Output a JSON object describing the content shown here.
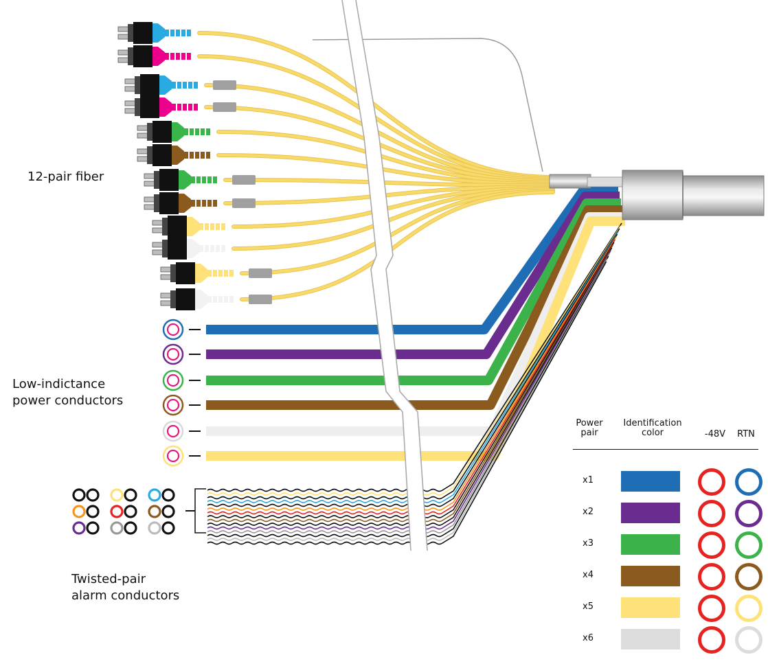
{
  "labels": {
    "fiber": "12-pair fiber",
    "power_line1": "Low-indictance",
    "power_line2": "power conductors",
    "alarm_line1": "Twisted-pair",
    "alarm_line2": "alarm conductors"
  },
  "table": {
    "header_power_pair_1": "Power",
    "header_power_pair_2": "pair",
    "header_id_color_1": "Identification",
    "header_id_color_2": "color",
    "header_neg48v": "-48V",
    "header_rtn": "RTN",
    "rows": [
      {
        "label": "x1",
        "color": "#1e6db5"
      },
      {
        "label": "x2",
        "color": "#6a2c8e"
      },
      {
        "label": "x3",
        "color": "#3cb34a"
      },
      {
        "label": "x4",
        "color": "#8b5a1e"
      },
      {
        "label": "x5",
        "color": "#ffe17a"
      },
      {
        "label": "x6",
        "color": "#dcdcdc"
      }
    ],
    "neg48v_ring_color": "#e52421"
  },
  "colors": {
    "fiber": "#f8d96b",
    "fiber_edge": "#e8c54d",
    "connector_body": "#111111",
    "ferrule": "#bdbdbd",
    "power_ring_inner": "#e5187e",
    "cable_jacket": "#bfbfbf",
    "break_line": "#aaaaaa"
  },
  "fiber_boot_colors": [
    "#29abe2",
    "#ec008c",
    "#29abe2",
    "#ec008c",
    "#39b54a",
    "#8b5a1e",
    "#39b54a",
    "#8b5a1e",
    "#ffe17a",
    "#f2f2f2",
    "#ffe17a",
    "#f2f2f2"
  ],
  "fiber_has_splice": [
    false,
    false,
    true,
    true,
    false,
    false,
    true,
    true,
    false,
    false,
    true,
    true
  ],
  "power_conductor_colors": [
    "#1e6db5",
    "#6a2c8e",
    "#3cb34a",
    "#8b5a1e",
    "#eeeeee",
    "#ffe17a"
  ],
  "alarm_pairs": [
    [
      "#111111",
      "#111111"
    ],
    [
      "#ffe17a",
      "#111111"
    ],
    [
      "#29abe2",
      "#111111"
    ],
    [
      "#f7941d",
      "#111111"
    ],
    [
      "#e52421",
      "#111111"
    ],
    [
      "#8b5a1e",
      "#111111"
    ],
    [
      "#6a2c8e",
      "#111111"
    ],
    [
      "#999999",
      "#111111"
    ],
    [
      "#bbbbbb",
      "#111111"
    ]
  ]
}
